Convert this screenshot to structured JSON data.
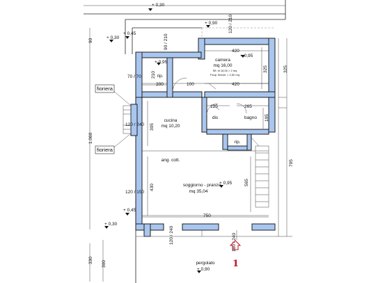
{
  "rooms": {
    "camera": {
      "name": "camera",
      "area": "mq 16,00",
      "note1": "Sff. di 16,00 > 2 mq",
      "note2": "Fsup. finestr. = 2,52 mq",
      "level": "+ 0,95"
    },
    "rip_top": {
      "name": "rip.",
      "level": "+ 0,95"
    },
    "cucina": {
      "name": "cucina",
      "area": "mq 10,20"
    },
    "dis": {
      "name": "dis"
    },
    "bagno": {
      "name": "bagno"
    },
    "rip_mid": {
      "name": "rip."
    },
    "ang_cott": {
      "name": "ang. cott."
    },
    "soggiorno": {
      "name": "soggiorno - pranzo",
      "area": "mq 35,04",
      "level": "+ 0,95"
    },
    "pergolato": {
      "name": "pergolato",
      "level": "+ 0,90"
    }
  },
  "labels": {
    "fioriera_top": "fioriera",
    "fioriera_bottom": "fioriera"
  },
  "levels": {
    "top_030": "+ 0,30",
    "top_090": "+ 0,90",
    "left_045_top": "+ 0,45",
    "left_030_top": "+ 0,30",
    "left_045_bottom": "+ 0,45",
    "left_030_bottom": "+ 0,30"
  },
  "dimensions": {
    "d420_top": "420",
    "d420_mid": "420",
    "d200": "200",
    "d100": "100",
    "d125": "125",
    "d265": "265",
    "d750": "750",
    "d305": "305",
    "d430": "430",
    "d325_in": "325",
    "d325_out": "325",
    "d195": "195",
    "d565": "565",
    "d795": "795",
    "d1060": "1.060",
    "d90": "90",
    "d330": "330",
    "d300": "300",
    "w_120_210": "120 / 210",
    "w_90_210": "90 / 210",
    "w_70_70": "70 / 70",
    "d210": "210",
    "w_120_240_left": "120 / 240",
    "w_120_150": "120 / 150",
    "w_120_240_bottom": "120 / 240",
    "w_180_240": "180 / 240"
  },
  "marker": "1",
  "colors": {
    "wall": "#a9c6ef",
    "marker": "#c1121f"
  }
}
